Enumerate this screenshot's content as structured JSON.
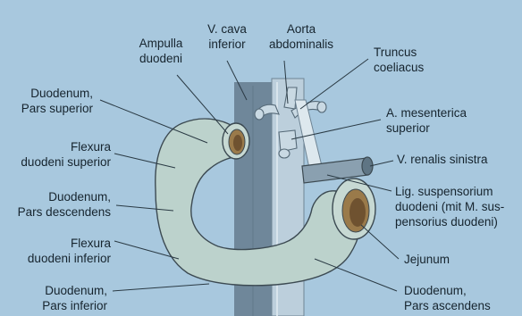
{
  "labels": {
    "ampulla": "Ampulla\nduodeni",
    "vcava": "V. cava\ninferior",
    "aorta": "Aorta\nabdominalis",
    "truncus": "Truncus\ncoeliacus",
    "pars_superior": "Duodenum,\nPars superior",
    "a_mes": "A. mesenterica\nsuperior",
    "flex_sup": "Flexura\nduodeni superior",
    "v_renalis": "V. renalis sinistra",
    "pars_desc": "Duodenum,\nPars descendens",
    "lig": "Lig. suspensorium\nduodeni (mit M. sus-\npensorius duodeni)",
    "flex_inf": "Flexura\nduodeni inferior",
    "jejunum": "Jejunum",
    "pars_inf": "Duodenum,\nPars inferior",
    "pars_asc": "Duodenum,\nPars ascendens"
  },
  "colors": {
    "background": "#a8c8de",
    "vena_cava": "#6f879a",
    "aorta": "#bccfdc",
    "duodenum": "#bcd2cc",
    "outline": "#3c4a52",
    "leader": "#2a3a44",
    "text": "#16242e"
  }
}
